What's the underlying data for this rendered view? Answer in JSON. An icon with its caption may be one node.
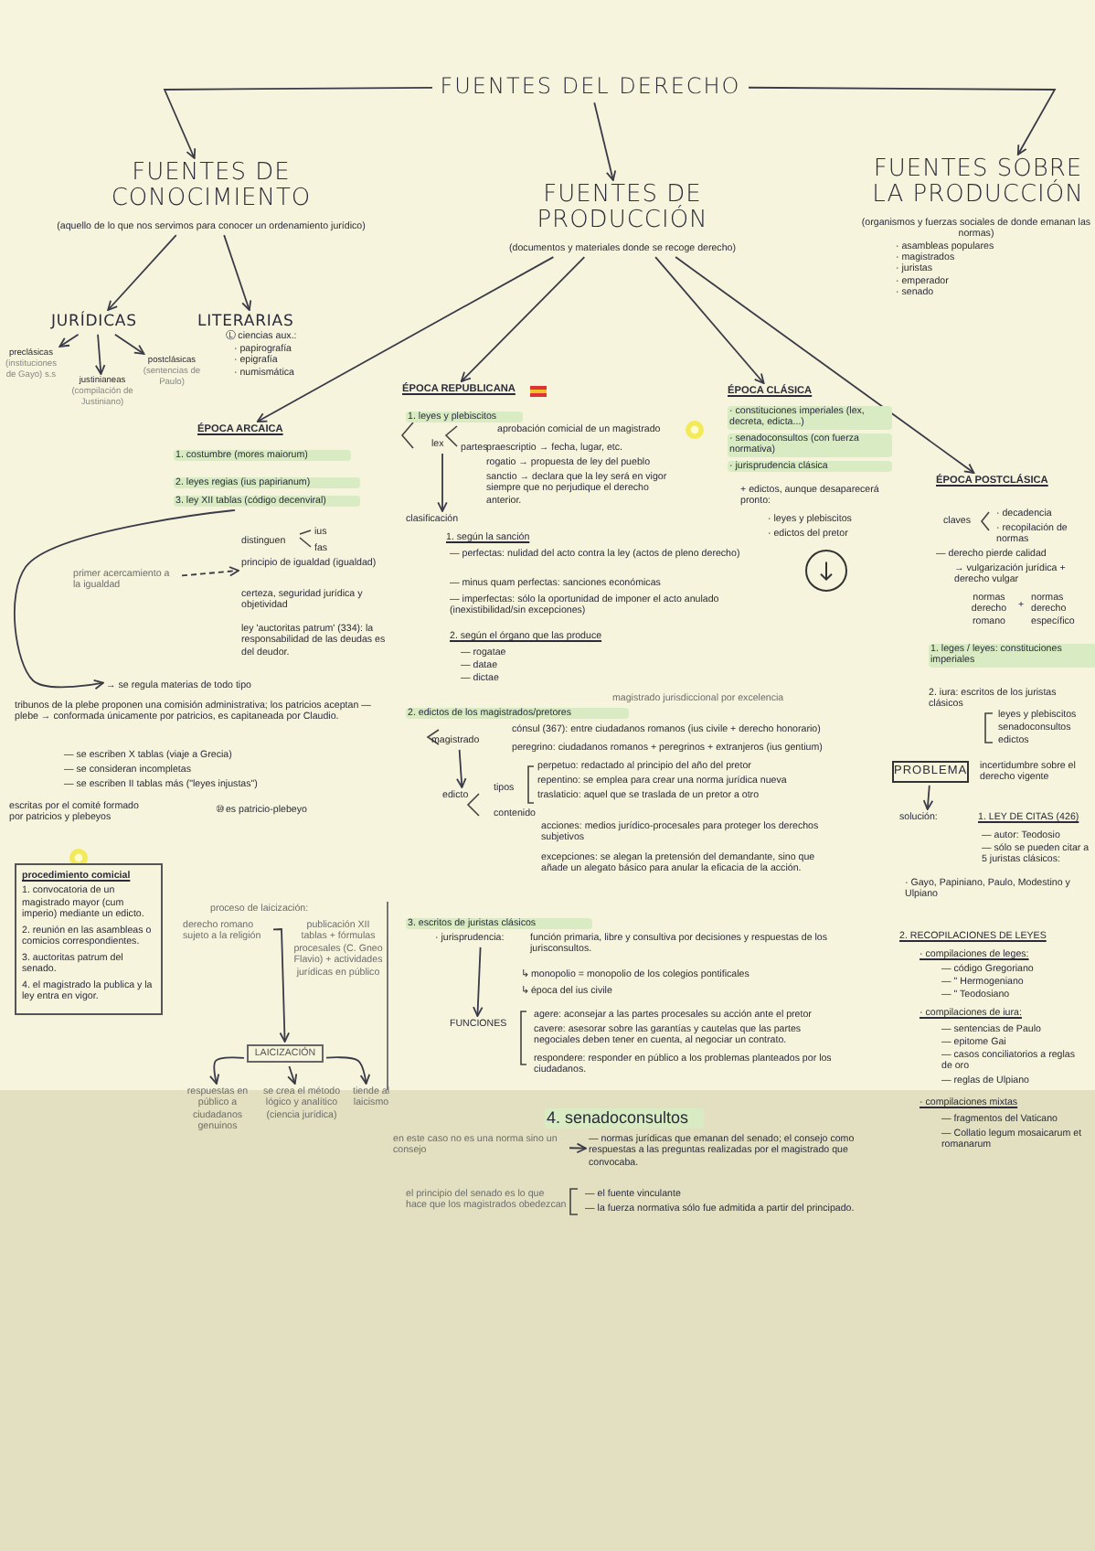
{
  "diagram": {
    "nodes": [
      {
        "text": [
          "FUENTES DEL DERECHO"
        ]
      },
      {
        "text": [
          "FUENTES DE CONOCIMIENTO",
          "(aquello de lo que nos servimos para conocer un ordenamiento jurídico)"
        ]
      },
      {
        "text": [
          "FUENTES DE PRODUCCIÓN",
          "(documentos y materiales donde se recoge derecho)"
        ]
      },
      {
        "text": [
          "FUENTES SOBRE LA PRODUCCIÓN",
          "(organismos y fuerzas sociales de donde emanan las normas)",
          "· asambleas populares",
          "· magistrados",
          "· juristas",
          "· emperador",
          "· senado"
        ]
      },
      {
        "text": [
          "JURÍDICAS"
        ]
      },
      {
        "text": [
          "LITERARIAS",
          "Ⓛ ciencias aux.:",
          "· papirografía",
          "· epigrafía",
          "· numismática"
        ]
      },
      {
        "text": [
          "preclásicas",
          "(instituciones de Gayo) s.s"
        ]
      },
      {
        "text": [
          "justinianeas",
          "(compilación de Justiniano)"
        ]
      },
      {
        "text": [
          "postclásicas",
          "(sentencias de Paulo)"
        ]
      },
      {
        "text": [
          "ÉPOCA ARCAICA"
        ]
      },
      {
        "text": [
          "ÉPOCA REPUBLICANA"
        ]
      },
      {
        "text": [
          "ÉPOCA CLÁSICA"
        ]
      },
      {
        "text": [
          "ÉPOCA POSTCLÁSICA"
        ]
      },
      {
        "text": [
          "3. ley XII tablas (código decenviral)"
        ]
      },
      {
        "text": [
          "→ se regula materias de todo tipo"
        ]
      },
      {
        "text": [
          "primer acercamiento a la igualdad"
        ]
      },
      {
        "text": [
          "principio de igualdad (igualdad)"
        ]
      },
      {
        "text": [
          "procedimiento comicial",
          "1. convocatoria de un magistrado mayor (cum imperio) mediante un edicto.",
          "2. reunión en las asambleas o comicios correspondientes.",
          "3. auctoritas patrum del senado.",
          "4. el magistrado la publica y la ley entra en vigor."
        ]
      },
      {
        "text": [
          "derecho romano sujeto a la religión"
        ]
      },
      {
        "text": [
          "LAICIZACIÓN"
        ]
      },
      {
        "text": [
          "respuestas en público a ciudadanos genuinos"
        ]
      },
      {
        "text": [
          "se crea el método lógico y analítico (ciencia jurídica)"
        ]
      },
      {
        "text": [
          "tiende al laicismo"
        ]
      },
      {
        "text": [
          "lex"
        ]
      },
      {
        "text": [
          "clasificación"
        ]
      },
      {
        "text": [
          "magistrado"
        ]
      },
      {
        "text": [
          "edicto"
        ]
      },
      {
        "text": [
          "· jurisprudencia:"
        ]
      },
      {
        "text": [
          "FUNCIONES"
        ]
      },
      {
        "text": [
          "en este caso no es una norma sino un consejo"
        ]
      },
      {
        "text": [
          "— normas jurídicas que emanan del senado; el consejo como respuestas a las preguntas realizadas por el magistrado que convocaba."
        ]
      },
      {
        "text": [
          "PROBLEMA"
        ]
      },
      {
        "text": [
          "solución:"
        ]
      },
      {
        "text": [],
        "shape": "circle"
      }
    ],
    "edges": [
      {
        "from": 0,
        "to": 1,
        "arrow": "to"
      },
      {
        "from": 0,
        "to": 2,
        "arrow": "to"
      },
      {
        "from": 0,
        "to": 3,
        "arrow": "to"
      },
      {
        "from": 1,
        "to": 4,
        "arrow": "to"
      },
      {
        "from": 1,
        "to": 5,
        "arrow": "to"
      },
      {
        "from": 4,
        "to": 6,
        "arrow": "to"
      },
      {
        "from": 4,
        "to": 7,
        "arrow": "to"
      },
      {
        "from": 4,
        "to": 8,
        "arrow": "to"
      },
      {
        "from": 2,
        "to": 9,
        "arrow": "to"
      },
      {
        "from": 2,
        "to": 10,
        "arrow": "to"
      },
      {
        "from": 2,
        "to": 11,
        "arrow": "to"
      },
      {
        "from": 2,
        "to": 12,
        "arrow": "to"
      },
      {
        "from": 13,
        "to": 14,
        "arrow": "to"
      },
      {
        "from": 15,
        "to": 16,
        "arrow": "to",
        "style": "dashed"
      },
      {
        "from": 18,
        "to": 19,
        "arrow": "to"
      },
      {
        "from": 19,
        "to": 20,
        "arrow": "to"
      },
      {
        "from": 19,
        "to": 21,
        "arrow": "to"
      },
      {
        "from": 19,
        "to": 22,
        "arrow": "to"
      },
      {
        "from": 23,
        "to": 24,
        "arrow": "to"
      },
      {
        "from": 25,
        "to": 26,
        "arrow": "to"
      },
      {
        "from": 27,
        "to": 28,
        "arrow": "to"
      },
      {
        "from": 29,
        "to": 30,
        "arrow": "to"
      },
      {
        "from": 31,
        "to": 32,
        "arrow": "to"
      }
    ],
    "labels": [
      "1. costumbre (mores maiorum)",
      "2. leyes regias (ius papirianum)",
      "distinguen",
      "ius",
      "fas",
      "certeza, seguridad jurídica y objetividad",
      "ley 'auctoritas patrum' (334): la responsabilidad de las deudas es del deudor.",
      "tribunos de la plebe proponen una comisión administrativa; los patricios aceptan — plebe → conformada únicamente por patricios, es capitaneada por Claudio.",
      "— se escriben X tablas (viaje a Grecia)",
      "— se consideran incompletas",
      "— se escriben II tablas más (\"leyes injustas\")",
      "escritas por el comité formado por patricios y plebeyos",
      "⑩ es patricio-plebeyo",
      "proceso de laicización:",
      "publicación XII tablas + fórmulas procesales (C. Gneo Flavio) + actividades jurídicas en público",
      "1. leyes y plebiscitos",
      "aprobación comicial de un magistrado",
      "partes",
      "praescriptio → fecha, lugar, etc.",
      "rogatio → propuesta de ley del pueblo",
      "sanctio → declara que la ley será en vigor siempre que no perjudique el derecho anterior.",
      "1. según la sanción",
      "— perfectas: nulidad del acto contra la ley (actos de pleno derecho)",
      "— minus quam perfectas: sanciones económicas",
      "— imperfectas: sólo la oportunidad de imponer el acto anulado (inexistibilidad/sin excepciones)",
      "2. según el órgano que las produce",
      "— rogatae",
      "— datae",
      "— dictae",
      "magistrado jurisdiccional por excelencia",
      "2. edictos de los magistrados/pretores",
      "cónsul (367): entre ciudadanos romanos (ius civile + derecho honorario)",
      "peregrino: ciudadanos romanos + peregrinos + extranjeros (ius gentium)",
      "tipos",
      "perpetuo: redactado al principio del año del pretor",
      "repentino: se emplea para crear una norma jurídica nueva",
      "traslaticio: aquel que se traslada de un pretor a otro",
      "contenido",
      "acciones: medios jurídico-procesales para proteger los derechos subjetivos",
      "excepciones: se alegan la pretensión del demandante, sino que añade un alegato básico para anular la eficacia de la acción.",
      "3. escritos de juristas clásicos",
      "función primaria, libre y consultiva por decisiones y respuestas de los jurisconsultos.",
      "↳ monopolio = monopolio de los colegios pontificales",
      "↳ época del ius civile",
      "agere: aconsejar a las partes procesales su acción ante el pretor",
      "cavere: asesorar sobre las garantías y cautelas que las partes negociales deben tener en cuenta, al negociar un contrato.",
      "respondere: responder en público a los problemas planteados por los ciudadanos.",
      "4. senadoconsultos",
      "el principio del senado es lo que hace que los magistrados obedezcan",
      "— el fuente vinculante",
      "— la fuerza normativa sólo fue admitida a partir del principado.",
      "· constituciones imperiales (lex, decreta, edicta...)",
      "· senadoconsultos (con fuerza normativa)",
      "· jurisprudencia clásica",
      "+ edictos, aunque desaparecerá pronto:",
      "· leyes y plebiscitos",
      "· edictos del pretor",
      "claves",
      "· decadencia",
      "· recopilación de normas",
      "— derecho pierde calidad",
      "→ vulgarización jurídica + derecho vulgar",
      "normas derecho romano",
      "+",
      "normas derecho específico",
      "1. leges / leyes: constituciones imperiales",
      "2. iura: escritos de los juristas clásicos",
      "leyes y plebiscitos",
      "senadoconsultos",
      "edictos",
      "incertidumbre sobre el derecho vigente",
      "1. LEY DE CITAS (426)",
      "— autor: Teodosio",
      "— sólo se pueden citar a 5 juristas clásicos:",
      "· Gayo, Papiniano, Paulo, Modestino y Ulpiano",
      "2. RECOPILACIONES DE LEYES",
      "· compilaciones de leges:",
      "— código Gregoriano",
      "— \" Hermogeniano",
      "— \" Teodosiano",
      "· compilaciones de iura:",
      "— sentencias de Paulo",
      "— epitome Gai",
      "— casos conciliatorios a reglas de oro",
      "— reglas de Ulpiano",
      "· compilaciones mixtas",
      "— fragmentos del Vaticano",
      "— Collatio legum mosaicarum et romanarum"
    ]
  }
}
